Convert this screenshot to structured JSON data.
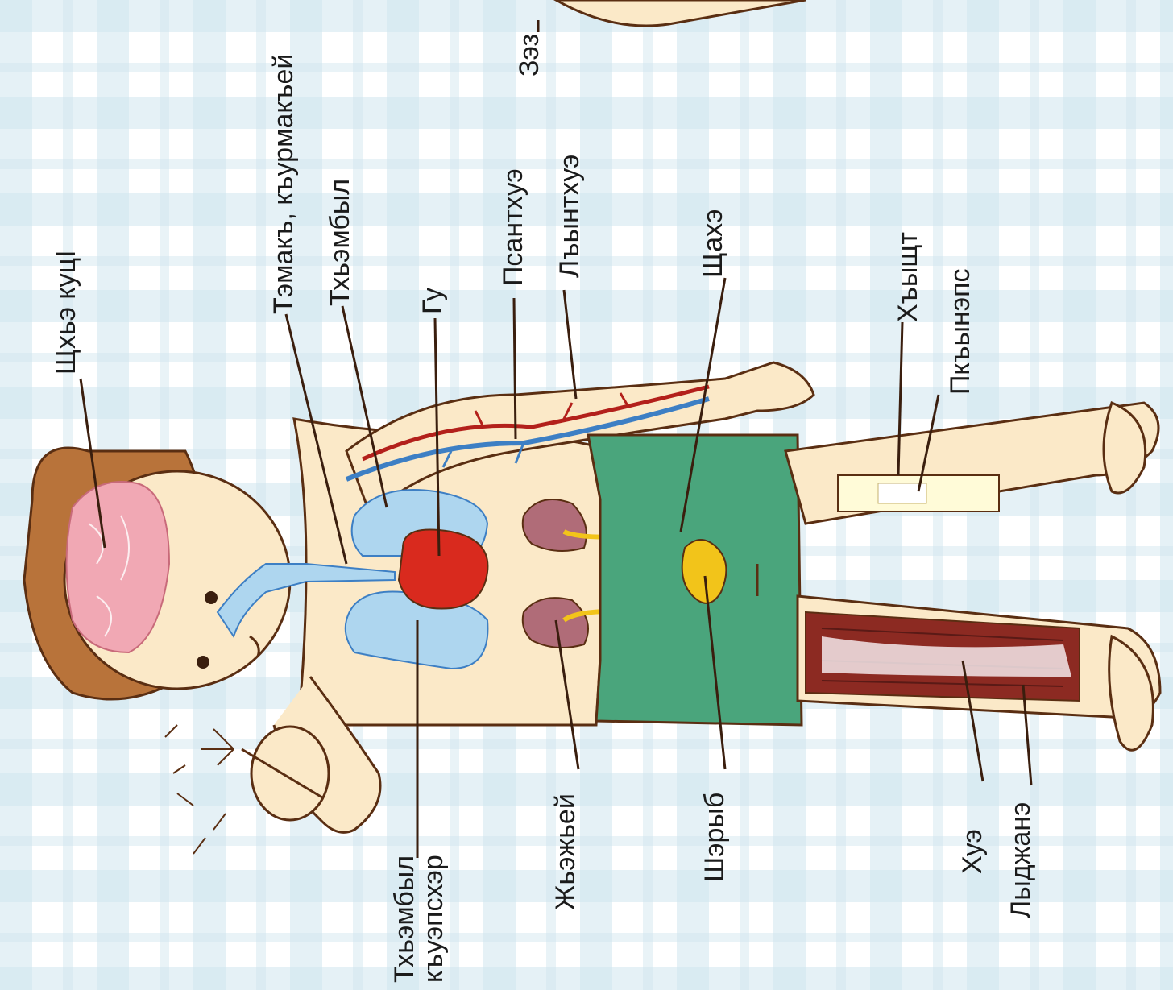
{
  "labels": {
    "brain": "Щхьэ куцӀ",
    "trachea": "Тэмакъ, къурмакъей",
    "lungs": "Тхьэмбыл",
    "heart": "Гу",
    "veins": "Псантхуэ",
    "arteries": "Лъынтхуэ",
    "ureter": "Щахэ",
    "knee": "Зэз",
    "bone": "Хъыщт",
    "marrow": "Пкъынэпс",
    "bronchi_line1": "Тхьэмбыл",
    "bronchi_line2": "къуэпсхэр",
    "kidneys": "Жьэжьей",
    "bladder": "Шэрыб",
    "tendon": "Хуэ",
    "muscle": "Лыджанэ"
  },
  "colors": {
    "background": "#ffffff",
    "plaid": "#cfe5ee",
    "skin": "#fbe9c8",
    "outline": "#5a2e12",
    "hair": "#b8733a",
    "brain": "#f1a8b4",
    "lungs": "#aed6ef",
    "heart": "#d92a1e",
    "kidney": "#b06c78",
    "bladder": "#f2c41a",
    "shorts": "#4aa57c",
    "muscle": "#8c2a22",
    "artery": "#b3201b",
    "vein": "#3d7fc4",
    "leader_line": "#3a1e0e",
    "text": "#1b1b1b"
  }
}
